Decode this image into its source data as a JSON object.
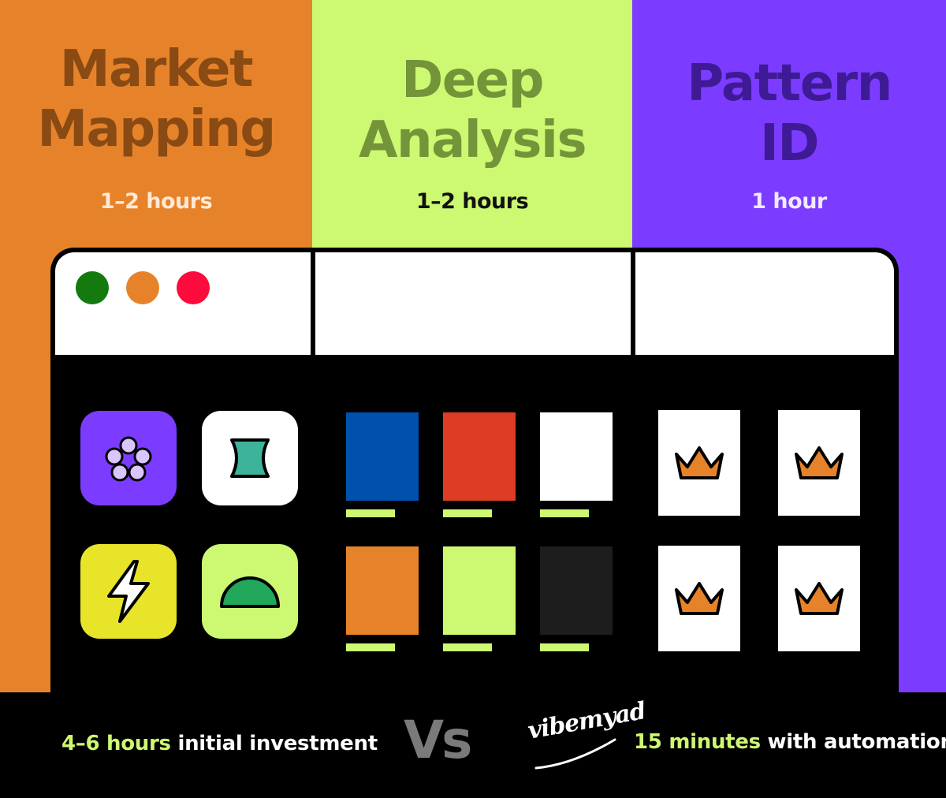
{
  "columns": [
    {
      "title_line1": "Market",
      "title_line2": "Mapping",
      "duration": "1–2 hours",
      "color": "#e6832a"
    },
    {
      "title_line1": "Deep",
      "title_line2": "Analysis",
      "duration": "1–2 hours",
      "color": "#cdf872"
    },
    {
      "title_line1": "Pattern",
      "title_line2": "ID",
      "duration": "1 hour",
      "color": "#7b3cff"
    }
  ],
  "window": {
    "dots": [
      {
        "icon": "green-dot",
        "color": "#147a10"
      },
      {
        "icon": "orange-dot",
        "color": "#e6832a"
      },
      {
        "icon": "red-dot",
        "color": "#ff0a3c"
      }
    ],
    "apps": [
      {
        "icon": "circles-icon",
        "bg": "#7b3cff"
      },
      {
        "icon": "hourglass-icon",
        "bg": "#ffffff"
      },
      {
        "icon": "lightning-icon",
        "bg": "#e7e42a"
      },
      {
        "icon": "half-circle-icon",
        "bg": "#cdf872"
      }
    ],
    "swatches": [
      "#0051ad",
      "#dd3c25",
      "#ffffff",
      "#e6832a",
      "#cdf872",
      "#1d1d1d"
    ],
    "cards": [
      "crown-icon",
      "crown-icon",
      "crown-icon",
      "crown-icon"
    ]
  },
  "footer": {
    "manual_highlight": "4–6 hours",
    "manual_text": " initial investment",
    "vs": "Vs",
    "logo": "vibemyad",
    "auto_highlight": "15 minutes",
    "auto_text": " with automation"
  }
}
